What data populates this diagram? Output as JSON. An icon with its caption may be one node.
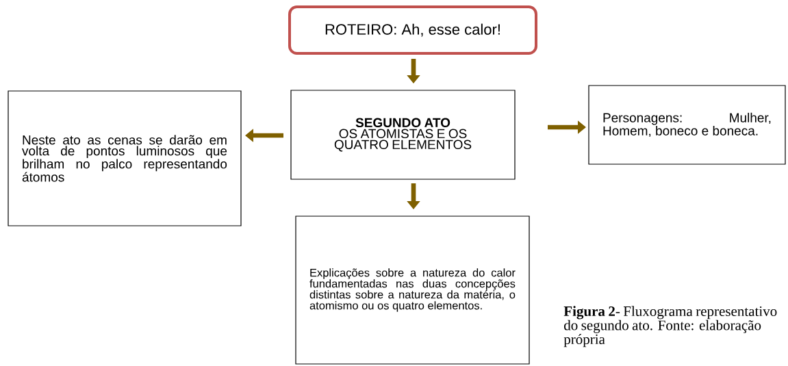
{
  "diagram": {
    "nodes": [
      {
        "text": [
          "ROTEIRO: Ah, esse calor!"
        ]
      },
      {
        "text": [
          "SEGUNDO ATO",
          "OS ATOMISTAS E OS QUATRO ELEMENTOS"
        ]
      },
      {
        "text": [
          "Neste ato as cenas se darão em volta de pontos luminosos que brilham no palco representando átomos"
        ]
      },
      {
        "text": [
          "Personagens: Mulher, Homem, boneco e boneca."
        ]
      },
      {
        "text": [
          "Explicações sobre a natureza do calor fundamentadas nas duas concepções distintas sobre a natureza da matéria, o atomismo ou os quatro elementos."
        ]
      }
    ],
    "edges": [
      {
        "from": 0,
        "to": 1,
        "arrow": "to"
      },
      {
        "from": 1,
        "to": 2,
        "arrow": "to"
      },
      {
        "from": 1,
        "to": 3,
        "arrow": "to"
      },
      {
        "from": 1,
        "to": 4,
        "arrow": "to"
      }
    ],
    "caption": "**Figura 2**- Fluxograma representativo do segundo ato. Fonte: elaboração própria"
  }
}
